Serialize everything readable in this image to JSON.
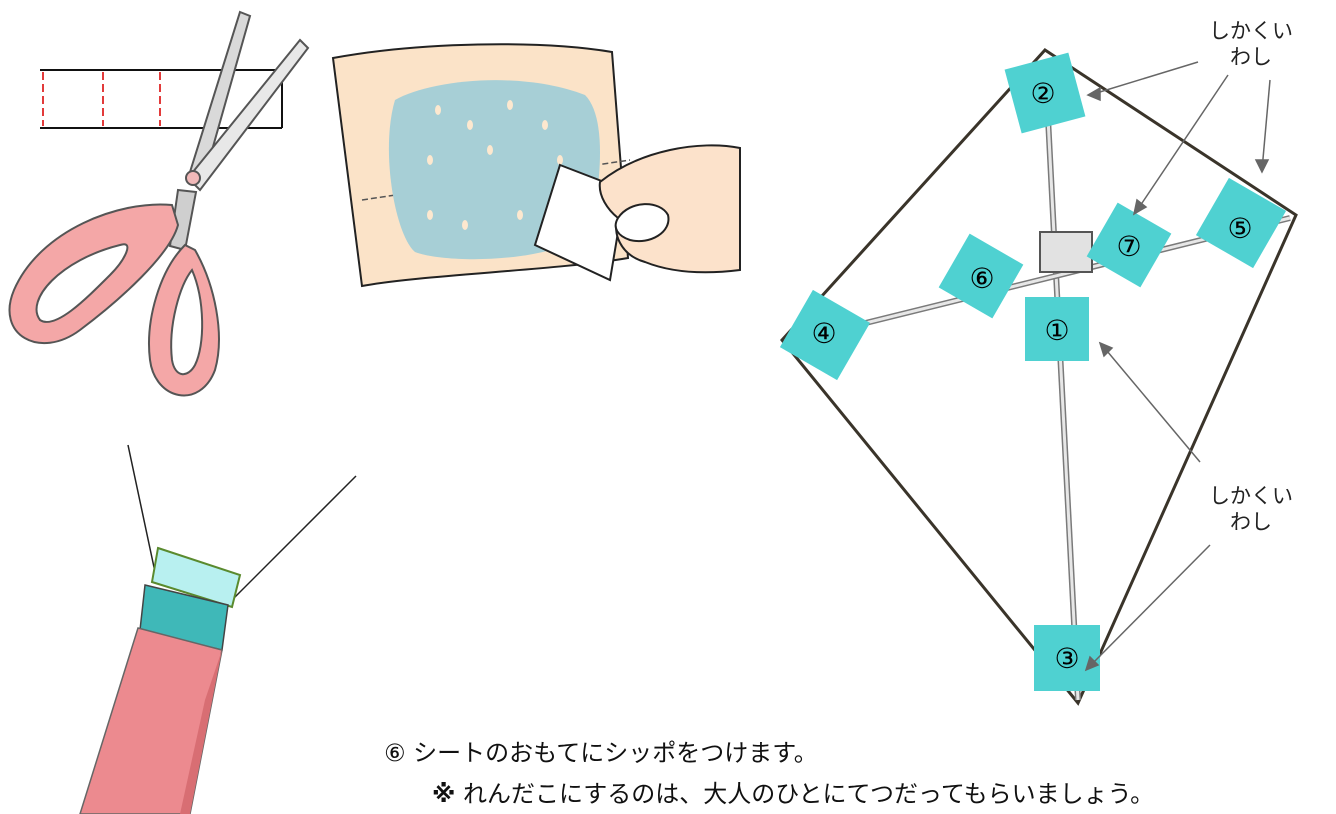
{
  "instructions": {
    "step_marker": "⑥",
    "step_text": "シートのおもてにシッポをつけます。",
    "note_marker": "※",
    "note_text": "れんだこにするのは、大人のひとにてつだってもらいましょう。"
  },
  "kite": {
    "labels": [
      "②",
      "⑦",
      "⑤",
      "⑥",
      "④",
      "①",
      "③"
    ],
    "callout_top_line1": "しかくい",
    "callout_top_line2": "わし",
    "callout_bottom_line1": "しかくい",
    "callout_bottom_line2": "わし",
    "tape_color": "#4fd1d1"
  },
  "colors": {
    "scissor_handle": "#f4a7a7",
    "paper": "#fbe3c8",
    "glue": "#a7cfd6",
    "tail_red": "#ec8a8f",
    "tail_tape": "#7fd9da"
  }
}
